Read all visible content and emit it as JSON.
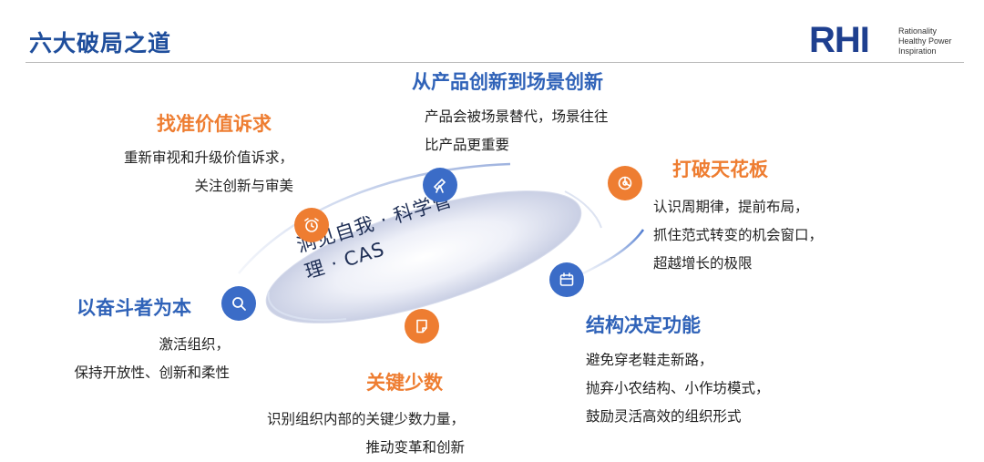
{
  "header": {
    "title": "六大破局之道",
    "logo": {
      "mark": "RHI",
      "tagline": [
        "Rationality",
        "Healthy Power",
        "Inspiration"
      ]
    }
  },
  "center": {
    "lines": [
      "洞见自我 · 科学管",
      "理 · CAS"
    ]
  },
  "nodes": {
    "product_scene": {
      "title": "从产品创新到场景创新",
      "desc": [
        "产品会被场景替代，场景往往",
        "比产品更重要"
      ],
      "icon": "telescope-icon",
      "color": "#3b6cc7"
    },
    "value": {
      "title": "找准价值诉求",
      "desc": [
        "重新审视和升级价值诉求，",
        "关注创新与审美"
      ],
      "icon": "alarm-clock-icon",
      "color": "#ee7d31"
    },
    "ceiling": {
      "title": "打破天花板",
      "desc": [
        "认识周期律，提前布局，",
        "抓住范式转变的机会窗口，",
        "超越增长的极限"
      ],
      "icon": "pie-chart-icon",
      "color": "#ee7d31"
    },
    "struggle": {
      "title": "以奋斗者为本",
      "desc": [
        "激活组织，",
        "保持开放性、创新和柔性"
      ],
      "icon": "search-icon",
      "color": "#3b6cc7"
    },
    "structure": {
      "title": "结构决定功能",
      "desc": [
        "避免穿老鞋走新路，",
        "抛弃小农结构、小作坊模式，",
        "鼓励灵活高效的组织形式"
      ],
      "icon": "calendar-icon",
      "color": "#3b6cc7"
    },
    "key_few": {
      "title": "关键少数",
      "desc": [
        "识别组织内部的关键少数力量，",
        "推动变革和创新"
      ],
      "icon": "note-icon",
      "color": "#ee7d31"
    }
  }
}
